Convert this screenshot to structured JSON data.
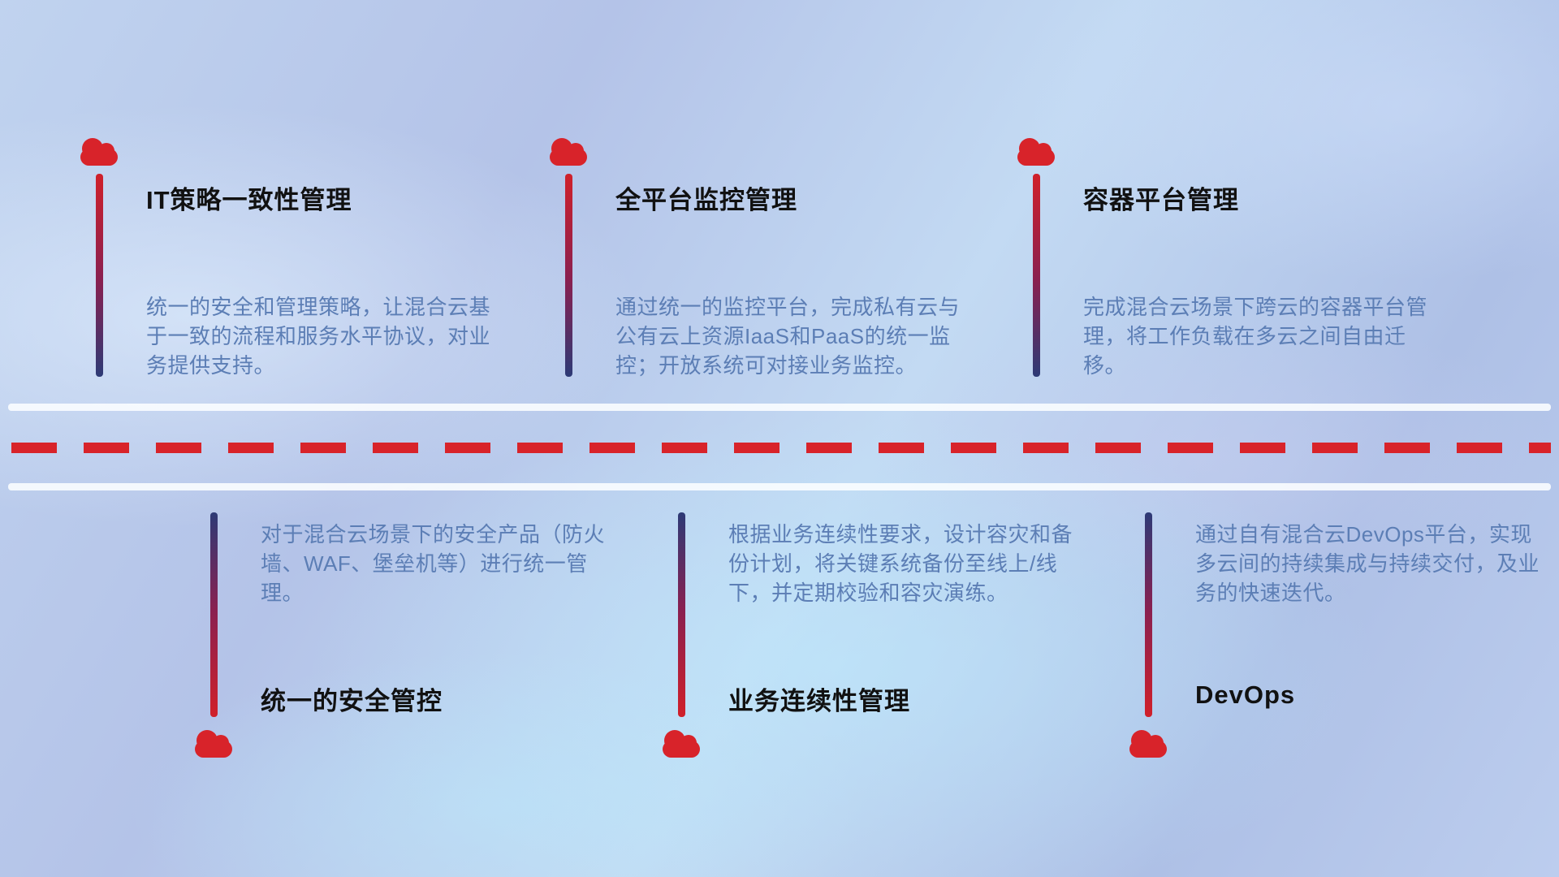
{
  "top_items": [
    {
      "title": "IT策略一致性管理",
      "description": "统一的安全和管理策略，让混合云基于一致的流程和服务水平协议，对业务提供支持。"
    },
    {
      "title": "全平台监控管理",
      "description": "通过统一的监控平台，完成私有云与公有云上资源IaaS和PaaS的统一监控；开放系统可对接业务监控。"
    },
    {
      "title": "容器平台管理",
      "description": "完成混合云场景下跨云的容器平台管理，将工作负载在多云之间自由迁移。"
    }
  ],
  "bottom_items": [
    {
      "title": "统一的安全管控",
      "description": "对于混合云场景下的安全产品（防火墙、WAF、堡垒机等）进行统一管理。"
    },
    {
      "title": "业务连续性管理",
      "description": "根据业务连续性要求，设计容灾和备份计划，将关键系统备份至线上/线下，并定期校验和容灾演练。"
    },
    {
      "title": "DevOps",
      "description": "通过自有混合云DevOps平台，实现多云间的持续集成与持续交付，及业务的快速迭代。"
    }
  ],
  "colors": {
    "accent_red": "#d8232a",
    "line_navy": "#2d3a76",
    "title_text": "#111111",
    "description_text": "#5c7eb5",
    "road_line": "#fcfeff"
  }
}
